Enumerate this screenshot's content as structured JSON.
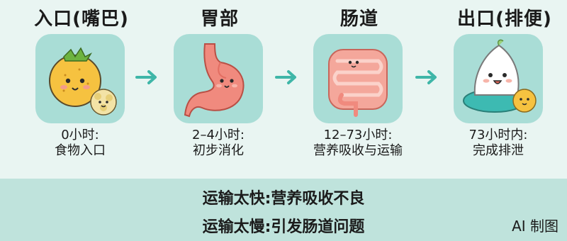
{
  "stages": [
    {
      "title": "入口(嘴巴)",
      "time": "0小时:",
      "desc": "食物入口",
      "icon": "fruit-character-icon"
    },
    {
      "title": "胃部",
      "time": "2–4小时:",
      "desc": "初步消化",
      "icon": "stomach-icon"
    },
    {
      "title": "肠道",
      "time": "12–73小时:",
      "desc": "营养吸收与运输",
      "icon": "intestine-icon"
    },
    {
      "title": "出口(排便)",
      "time": "73小时内:",
      "desc": "完成排泄",
      "icon": "poop-character-icon"
    }
  ],
  "notes": [
    "运输太快:营养吸收不良",
    "运输太慢:引发肠道问题"
  ],
  "brand": "AI 制图",
  "colors": {
    "background": "#e9f5f2",
    "tile": "#a9ddd6",
    "band": "#bfe3dc",
    "arrow": "#3fb6a8",
    "organ": "#f08a7e"
  }
}
